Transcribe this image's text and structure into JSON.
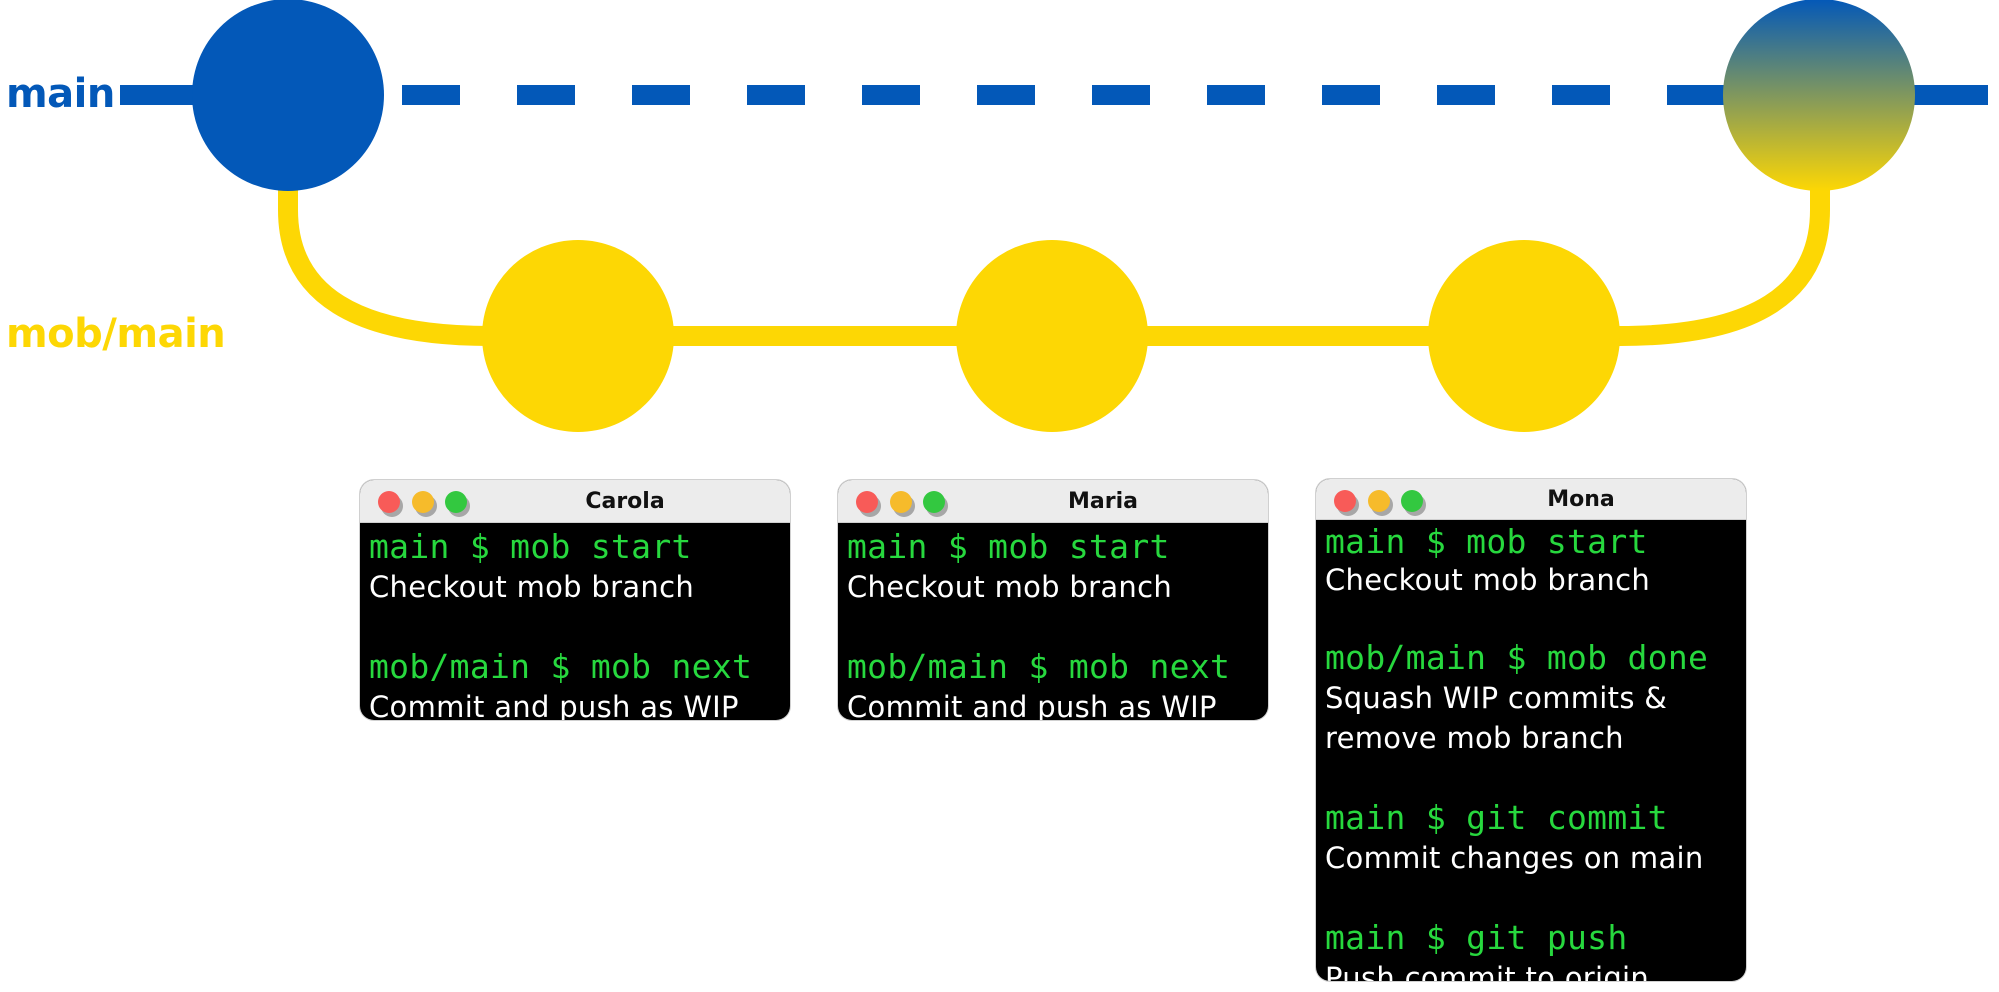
{
  "branches": {
    "main": {
      "label": "main",
      "color": "#0358b8"
    },
    "mob": {
      "label": "mob/main",
      "color": "#fdd704"
    }
  },
  "commits": {
    "main_count": 2,
    "mob_count": 3,
    "merge_commit_gradient": [
      "#0358b8",
      "#fdd704"
    ]
  },
  "terminals": [
    {
      "title": "Carola",
      "lines": [
        {
          "cmd": "main $ mob start",
          "desc": "Checkout mob branch"
        },
        {
          "cmd": "mob/main $ mob next",
          "desc": "Commit and push as WIP"
        }
      ]
    },
    {
      "title": "Maria",
      "lines": [
        {
          "cmd": "main $ mob start",
          "desc": "Checkout mob branch"
        },
        {
          "cmd": "mob/main $ mob next",
          "desc": "Commit and push as WIP"
        }
      ]
    },
    {
      "title": "Mona",
      "lines": [
        {
          "cmd": "main $ mob start",
          "desc": "Checkout mob branch"
        },
        {
          "cmd": "mob/main $ mob done",
          "desc": "Squash WIP commits &",
          "desc2": "remove mob branch"
        },
        {
          "cmd": "main $ git commit",
          "desc": "Commit changes on main"
        },
        {
          "cmd": "main $ git push",
          "desc": "Push commit to origin"
        }
      ]
    }
  ],
  "colors": {
    "command_text": "#27d83e",
    "description_text": "#ffffff",
    "terminal_background": "#000000",
    "titlebar": "#ececec"
  }
}
